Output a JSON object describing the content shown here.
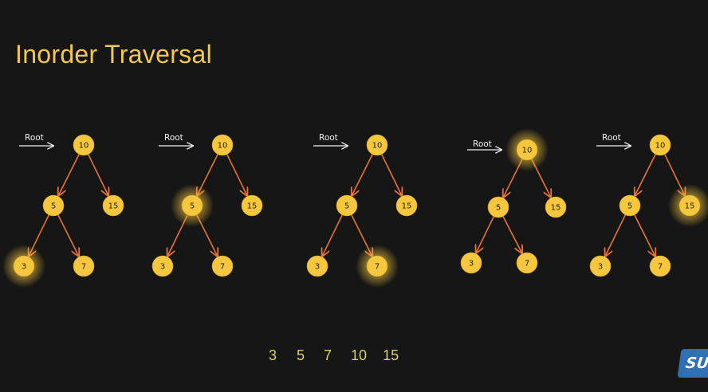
{
  "title": "Inorder Traversal",
  "root_label": "Root",
  "node_labels": {
    "root": "10",
    "left": "5",
    "right": "15",
    "left_left": "3",
    "left_right": "7"
  },
  "traversal_steps": [
    {
      "step": 1,
      "highlighted": "left_left"
    },
    {
      "step": 2,
      "highlighted": "left"
    },
    {
      "step": 3,
      "highlighted": "left_right"
    },
    {
      "step": 4,
      "highlighted": "root"
    },
    {
      "step": 5,
      "highlighted": "right"
    }
  ],
  "output_sequence": [
    "3",
    "5",
    "7",
    "10",
    "15"
  ],
  "badge_text": "SUB",
  "colors": {
    "background": "#161616",
    "title": "#f2c94c",
    "node_fill": "#f5c73f",
    "node_highlight_glow": "#ffe066",
    "edge": "#e8733a",
    "sequence_text": "#d9d262",
    "badge": "#2f6fb5"
  }
}
